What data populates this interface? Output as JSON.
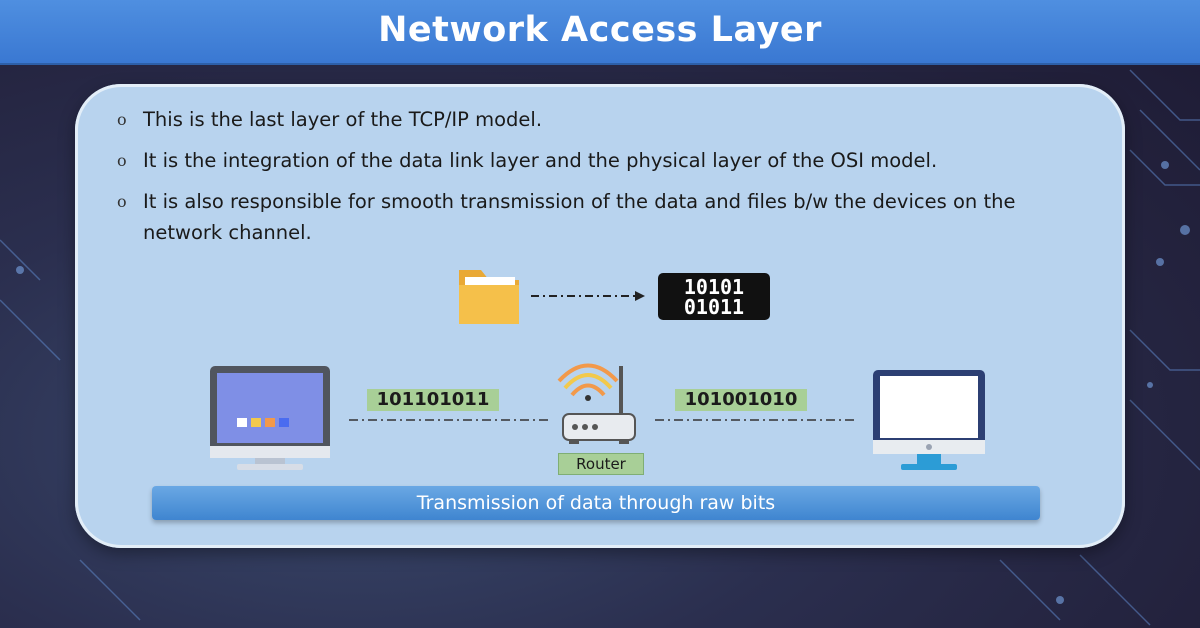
{
  "title": "Network Access Layer",
  "bullet_mark": "o",
  "bullets": [
    "This is the last layer of the TCP/IP model.",
    "It is the integration of the data link layer and the physical layer of the OSI model.",
    "It is also responsible for smooth transmission of the data and files b/w the devices on the network channel."
  ],
  "binary_icon": {
    "line1": "10101",
    "line2": "01011"
  },
  "left_bits": "101101011",
  "right_bits": "101001010",
  "router_label": "Router",
  "caption": "Transmission of data through raw bits",
  "colors": {
    "title_bar": "#3f7fd6",
    "panel": "#b8d3ee",
    "bits_label": "#a8cf97",
    "caption_bar": "#4a8ed6",
    "folder": "#f5c04a"
  },
  "icons": [
    "folder-icon",
    "arrow-icon",
    "binary-icon",
    "desktop-monitor-icon",
    "router-icon",
    "monitor-icon"
  ]
}
